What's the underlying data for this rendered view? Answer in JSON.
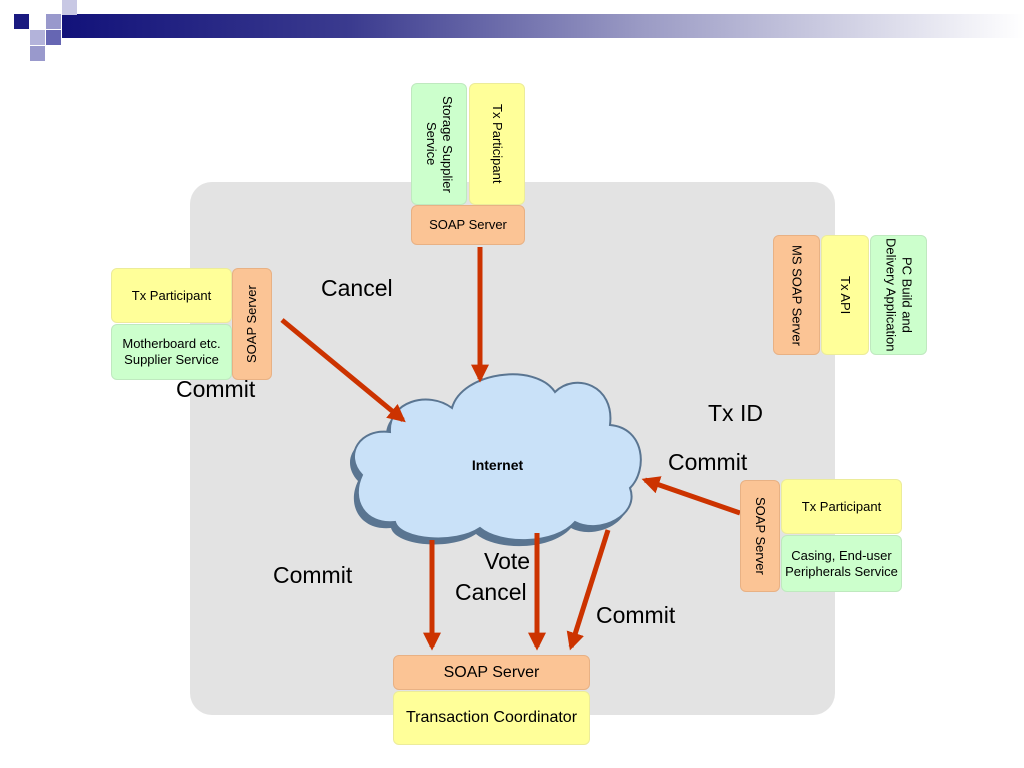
{
  "colors": {
    "accent_arrow": "#cc3300",
    "cloud_fill": "#c9e1f8",
    "cloud_shadow": "#5a7591",
    "participant": "#ffff99",
    "service": "#ccffcc",
    "soap": "#fbc495",
    "panel": "#e3e3e3"
  },
  "diagram": {
    "cloud": {
      "label": "Internet"
    },
    "storage": {
      "service": "Storage Supplier Service",
      "participant": "Tx Participant",
      "soap": "SOAP Server"
    },
    "motherboard": {
      "participant": "Tx Participant",
      "service": "Motherboard etc. Supplier Service",
      "soap": "SOAP Server"
    },
    "pcbuild": {
      "soap": "MS SOAP Server",
      "api": "Tx API",
      "app": "PC Build and Delivery Application"
    },
    "casing": {
      "soap": "SOAP Server",
      "participant": "Tx Participant",
      "service": "Casing, End-user Peripherals Service"
    },
    "coordinator": {
      "soap": "SOAP Server",
      "name": "Transaction Coordinator"
    },
    "labels": {
      "cancel_top": "Cancel",
      "commit_left": "Commit",
      "tx_id": "Tx ID",
      "commit_right": "Commit",
      "commit_bottom_left": "Commit",
      "vote": "Vote",
      "cancel_bottom": "Cancel",
      "commit_bottom_right": "Commit"
    }
  }
}
